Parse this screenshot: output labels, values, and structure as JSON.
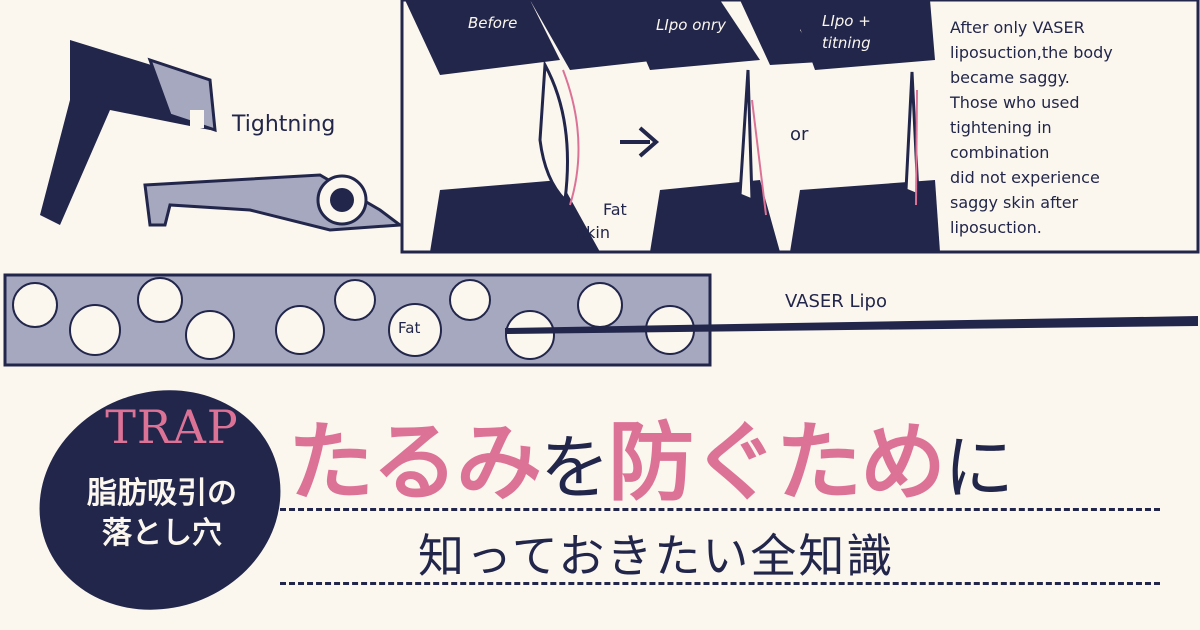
{
  "colors": {
    "navy": "#22264a",
    "pink": "#dc7397",
    "gray": "#a6a8c0",
    "background": "#fbf7ef"
  },
  "device": {
    "label": "Tightning"
  },
  "comparison": {
    "before": "Before",
    "lipo_only": "LIpo onry",
    "lipo_plus": "LIpo +",
    "lipo_plus_2": "titning",
    "or": "or",
    "fat": "Fat",
    "skin": "Skin",
    "note": [
      "After only VASER",
      "liposuction,the body",
      "became saggy.",
      "Those who used",
      "tightening in",
      "combination",
      "did not experience",
      "saggy skin after",
      "liposuction."
    ]
  },
  "tissue": {
    "fat_label": "Fat",
    "cannula_label": "VASER Lipo"
  },
  "badge": {
    "trap": "TRAP",
    "line1": "脂肪吸引の",
    "line2": "落とし穴"
  },
  "headline": {
    "pink1": "たるみを",
    "navy1": "を",
    "pink2": "防ぐため",
    "navy2": "に",
    "sub": "知っておきたい全知識"
  }
}
